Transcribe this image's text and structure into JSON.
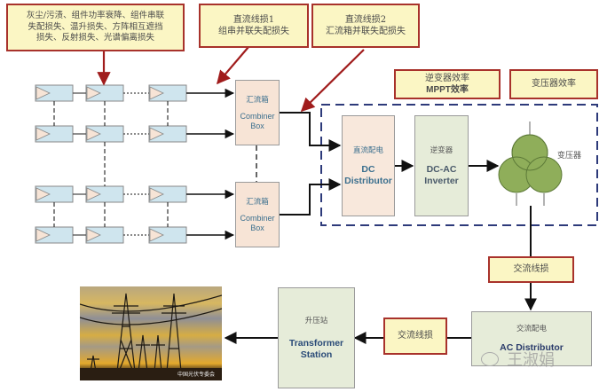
{
  "notes": {
    "module_losses": {
      "lines": [
        "灰尘/污渍、组件功率衰降、组件串联",
        "失配损失、温升损失、方阵相互遮挡",
        "损失、反射损失、光谱偏离损失"
      ]
    },
    "dc_loss_1": {
      "lines": [
        "直流线损1",
        "组串并联失配损失"
      ]
    },
    "dc_loss_2": {
      "lines": [
        "直流线损2",
        "汇流箱并联失配损失"
      ]
    },
    "inverter_eff": {
      "lines": [
        "逆变器效率",
        "MPPT效率"
      ]
    },
    "transformer_eff": {
      "lines": [
        "变压器效率"
      ]
    },
    "ac_loss_1": {
      "lines": [
        "交流线损"
      ]
    },
    "ac_loss_2": {
      "lines": [
        "交流线损"
      ]
    }
  },
  "blocks": {
    "combiner_1": {
      "cn": "汇流箱",
      "en": [
        "Combiner",
        "Box"
      ]
    },
    "combiner_2": {
      "cn": "汇流箱",
      "en": [
        "Combiner",
        "Box"
      ]
    },
    "dc_distributor": {
      "cn": "直流配电",
      "en": [
        "DC",
        "Distributor"
      ]
    },
    "inverter": {
      "cn": "逆变器",
      "en": [
        "DC-AC",
        "Inverter"
      ]
    },
    "transformer": {
      "cn": "变压器"
    },
    "ac_distributor": {
      "cn": "交流配电",
      "en": [
        "AC Distributor"
      ]
    },
    "transformer_station": {
      "cn": "升压站",
      "en": [
        "Transformer",
        "Station"
      ]
    }
  },
  "photo": {
    "description": "power transmission towers at sunset",
    "caption": "中国光伏专委会"
  },
  "watermark": {
    "text": "王淑娟"
  },
  "colors": {
    "note_fill": "#fbf6c4",
    "note_border": "#a8322b",
    "red_arrow": "#a01c1c",
    "panel_fill": "#cfe5ee",
    "combiner_fill": "#f7e4d6",
    "inverter_fill": "#e6ecd9",
    "transformer_fill": "#8fae5a",
    "dashed_frame": "#2d3a7a"
  }
}
